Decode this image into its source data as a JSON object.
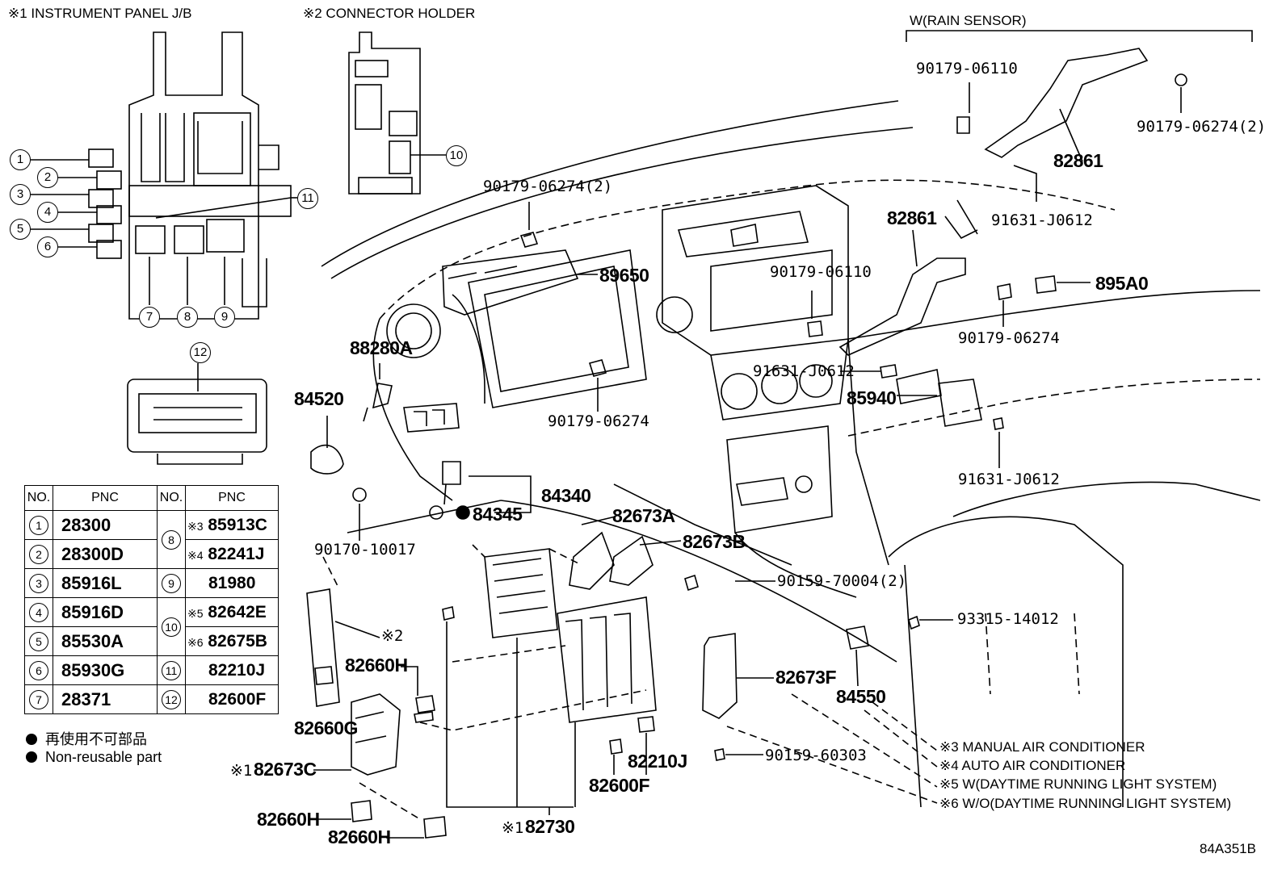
{
  "titles": {
    "panel_jb": "※1 INSTRUMENT PANEL J/B",
    "connector_holder": "※2 CONNECTOR HOLDER",
    "rain_sensor": "W(RAIN SENSOR)"
  },
  "callout_numbers": [
    "1",
    "2",
    "3",
    "4",
    "5",
    "6",
    "7",
    "8",
    "9",
    "10",
    "11",
    "12"
  ],
  "table": {
    "headers": [
      "NO.",
      "PNC",
      "NO.",
      "PNC"
    ],
    "left_rows": [
      {
        "no": "1",
        "pnc": "28300"
      },
      {
        "no": "2",
        "pnc": "28300D"
      },
      {
        "no": "3",
        "pnc": "85916L"
      },
      {
        "no": "4",
        "pnc": "85916D"
      },
      {
        "no": "5",
        "pnc": "85530A"
      },
      {
        "no": "6",
        "pnc": "85930G"
      },
      {
        "no": "7",
        "pnc": "28371"
      }
    ],
    "right_rows": [
      {
        "no": "8",
        "ref": "※3",
        "pnc": "85913C"
      },
      {
        "no": "",
        "ref": "※4",
        "pnc": "82241J"
      },
      {
        "no": "9",
        "ref": "",
        "pnc": "81980"
      },
      {
        "no": "10",
        "ref": "※5",
        "pnc": "82642E"
      },
      {
        "no": "",
        "ref": "※6",
        "pnc": "82675B"
      },
      {
        "no": "11",
        "ref": "",
        "pnc": "82210J"
      },
      {
        "no": "12",
        "ref": "",
        "pnc": "82600F"
      }
    ]
  },
  "legend": {
    "japanese": "再使用不可部品",
    "english": "Non-reusable part"
  },
  "labels": {
    "p90179_06110_a": "90179-06110",
    "p90179_06274_2a": "90179-06274(2)",
    "p82861_a": "82861",
    "p91631_j0612_a": "91631-J0612",
    "p82861_b": "82861",
    "p895a0": "895A0",
    "p90179_06274_b": "90179-06274",
    "p90179_06110_b": "90179-06110",
    "p90179_06274_2b": "90179-06274(2)",
    "p89650": "89650",
    "p88280a": "88280A",
    "p91631_j0612_b": "91631-J0612",
    "p85940": "85940",
    "p84520": "84520",
    "p90179_06274_c": "90179-06274",
    "p91631_j0612_c": "91631-J0612",
    "p84340": "84340",
    "p84345": "84345",
    "p82673a": "82673A",
    "p82673b": "82673B",
    "p90170_10017": "90170-10017",
    "p90159_70004": "90159-70004(2)",
    "p93315_14012": "93315-14012",
    "p_ref2": "※2",
    "p82673f": "82673F",
    "p84550": "84550",
    "p82660h_a": "82660H",
    "p82660g": "82660G",
    "p82673c_ref": "※1",
    "p82673c": "82673C",
    "p90159_60303": "90159-60303",
    "p82210j": "82210J",
    "p82600f": "82600F",
    "p82660h_b": "82660H",
    "p82660h_c": "82660H",
    "p82730_ref": "※1",
    "p82730": "82730"
  },
  "notes": [
    "※3 MANUAL AIR CONDITIONER",
    "※4 AUTO AIR CONDITIONER",
    "※5 W(DAYTIME RUNNING LIGHT SYSTEM)",
    "※6 W/O(DAYTIME RUNNING LIGHT SYSTEM)"
  ],
  "diagram_code": "84A351B"
}
